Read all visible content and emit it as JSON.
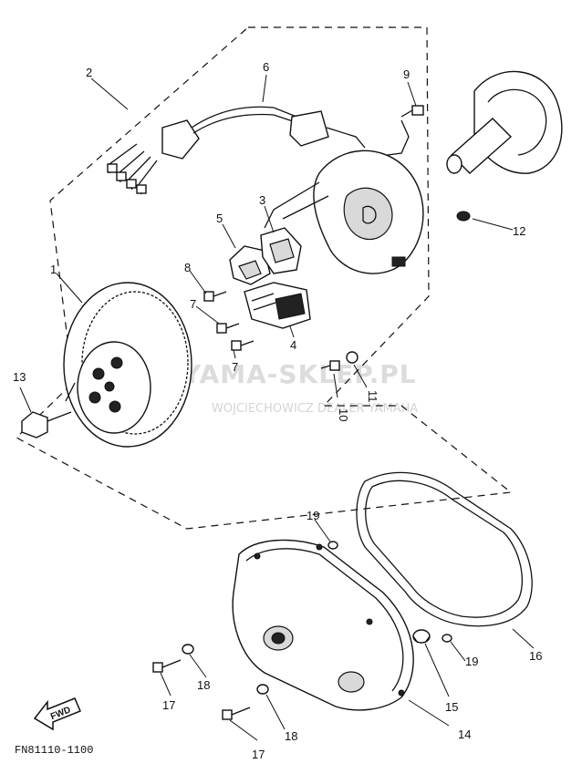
{
  "diagram": {
    "figure_code": "FN81110-1100",
    "fwd_label": "FWD",
    "watermark": {
      "brand": "YAMA-SKLEP.PL",
      "subtitle": "WOJCIECHOWICZ DEALER YAMAHA"
    },
    "callouts": {
      "c1": "1",
      "c2": "2",
      "c3": "3",
      "c4": "4",
      "c5": "5",
      "c6": "6",
      "c7a": "7",
      "c7b": "7",
      "c8": "8",
      "c9": "9",
      "c10": "10",
      "c11": "11",
      "c12": "12",
      "c13": "13",
      "c14": "14",
      "c15": "15",
      "c16": "16",
      "c17a": "17",
      "c17b": "17",
      "c18a": "18",
      "c18b": "18",
      "c19a": "19",
      "c19b": "19"
    }
  }
}
